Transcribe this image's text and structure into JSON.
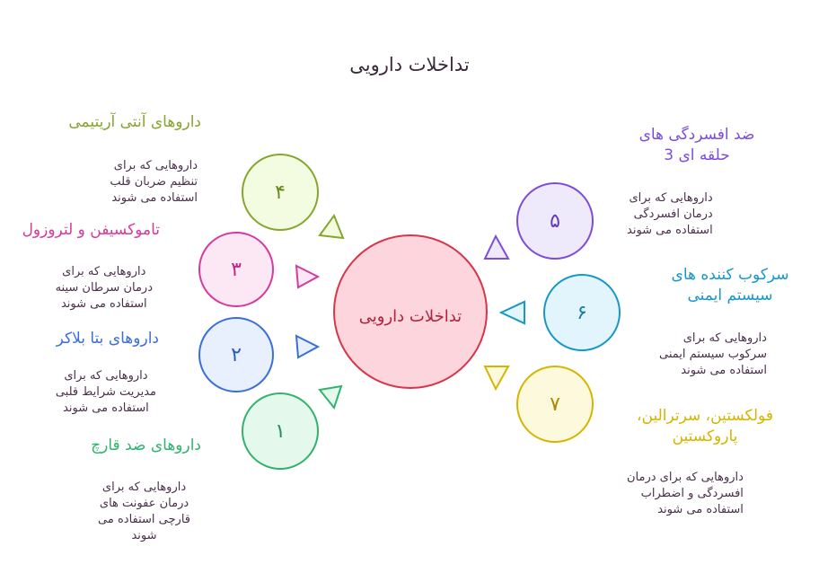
{
  "title": "تداخلات دارویی",
  "center_label": "تداخلات دارویی",
  "items": [
    {
      "number": "۱",
      "title": "داروهای ضد قارچ",
      "desc_lines": [
        "داروهایی که برای",
        "درمان عفونت های",
        "قارچی استفاده می",
        "شوند"
      ],
      "color": "#2fb36d"
    },
    {
      "number": "۲",
      "title": "داروهای بتا بلاکر",
      "desc_lines": [
        "داروهایی که برای",
        "مدیریت شرایط قلبی",
        "استفاده می شوند"
      ],
      "color": "#3b6fd8"
    },
    {
      "number": "۳",
      "title": "تاموکسیفن و لتروزول",
      "desc_lines": [
        "داروهایی که برای",
        "درمان سرطان سینه",
        "استفاده می شوند"
      ],
      "color": "#d63a9e"
    },
    {
      "number": "۴",
      "title": "داروهای آنتی آریتیمی",
      "desc_lines": [
        "داروهایی که برای",
        "تنظیم ضربان قلب",
        "استفاده می شوند"
      ],
      "color": "#84a62d"
    },
    {
      "number": "۵",
      "title_lines": [
        "ضد افسردگی های",
        "حلقه ای 3"
      ],
      "desc_lines": [
        "داروهایی که برای",
        "درمان افسردگی",
        "استفاده می شوند"
      ],
      "color": "#7c4ddb"
    },
    {
      "number": "۶",
      "title_lines": [
        "سرکوب کننده های",
        "سیستم ایمنی"
      ],
      "desc_lines": [
        "داروهایی که برای",
        "سرکوب سیستم ایمنی",
        "استفاده می شوند"
      ],
      "color": "#1797c9"
    },
    {
      "number": "۷",
      "title_lines": [
        "فولکستین، سرترالین،",
        "پاروکستین"
      ],
      "desc_lines": [
        "داروهایی که برای درمان",
        "افسردگی و اضطراب",
        "استفاده می شوند"
      ],
      "color": "#d4b500"
    }
  ]
}
